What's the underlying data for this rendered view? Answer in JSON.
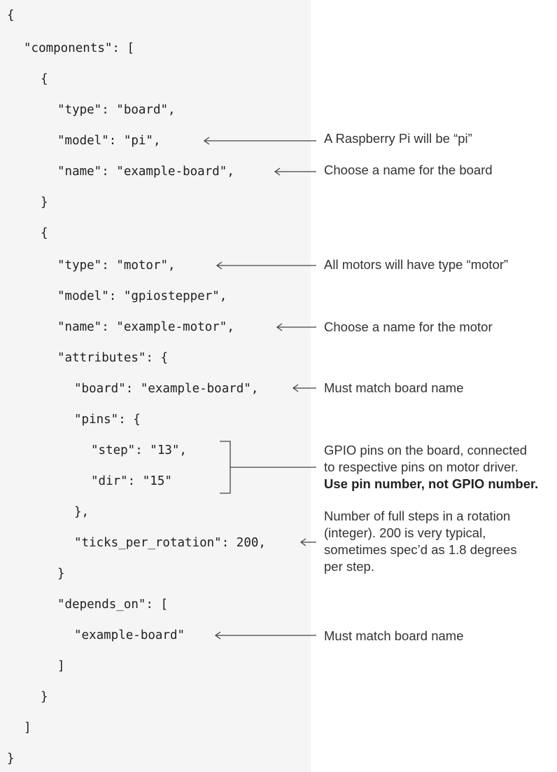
{
  "code_lines": [
    "{",
    "\"components\": [",
    "{",
    "\"type\": \"board\",",
    "\"model\": \"pi\",",
    "\"name\": \"example-board\",",
    "}",
    "{",
    "\"type\": \"motor\",",
    "\"model\": \"gpiostepper\",",
    "\"name\": \"example-motor\",",
    "\"attributes\": {",
    "\"board\": \"example-board\",",
    "\"pins\": {",
    "\"step\": \"13\",",
    "\"dir\": \"15\"",
    "},",
    "\"ticks_per_rotation\": 200,",
    "}",
    "\"depends_on\": [",
    "\"example-board\"",
    "]",
    "}",
    "]",
    "}"
  ],
  "annotations": {
    "model_pi": "A Raspberry Pi will be “pi”",
    "board_name": "Choose a name for the board",
    "motor_type": "All motors will have type “motor”",
    "motor_name": "Choose a name for the motor",
    "match_board": "Must match board name",
    "gpio_pins": {
      "line1": "GPIO pins on the board, connected",
      "line2": "to respective pins on motor driver.",
      "line3": "Use pin number, not GPIO number."
    },
    "ticks": {
      "line1": "Number of full steps in a rotation",
      "line2": "(integer). 200 is very typical,",
      "line3": "sometimes spec’d as 1.8 degrees",
      "line4": "per step."
    },
    "depends_match": "Must match board name"
  },
  "colors": {
    "code_panel_bg": "#f5f5f5",
    "text": "#1f1f1f",
    "connector": "#444444"
  }
}
